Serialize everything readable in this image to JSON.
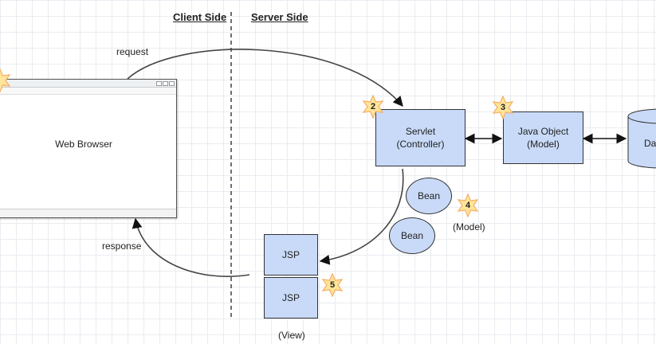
{
  "headers": {
    "client": "Client Side",
    "server": "Server Side"
  },
  "arrows": {
    "request": "request",
    "response": "response"
  },
  "browser": {
    "label": "Web Browser"
  },
  "servlet": {
    "line1": "Servlet",
    "line2": "(Controller)"
  },
  "java_object": {
    "line1": "Java Object",
    "line2": "(Model)"
  },
  "database": {
    "label": "Da"
  },
  "beans": [
    {
      "label": "Bean"
    },
    {
      "label": "Bean"
    }
  ],
  "model_caption": "(Model)",
  "jsp": [
    {
      "label": "JSP"
    },
    {
      "label": "JSP"
    }
  ],
  "view_caption": "(View)",
  "steps": {
    "s1": "",
    "s2": "2",
    "s3": "3",
    "s4": "4",
    "s5": "5"
  },
  "colors": {
    "box_fill": "#c9daf8",
    "star_fill": "#ffe599",
    "star_stroke": "#f6b26b",
    "line": "#444444"
  }
}
